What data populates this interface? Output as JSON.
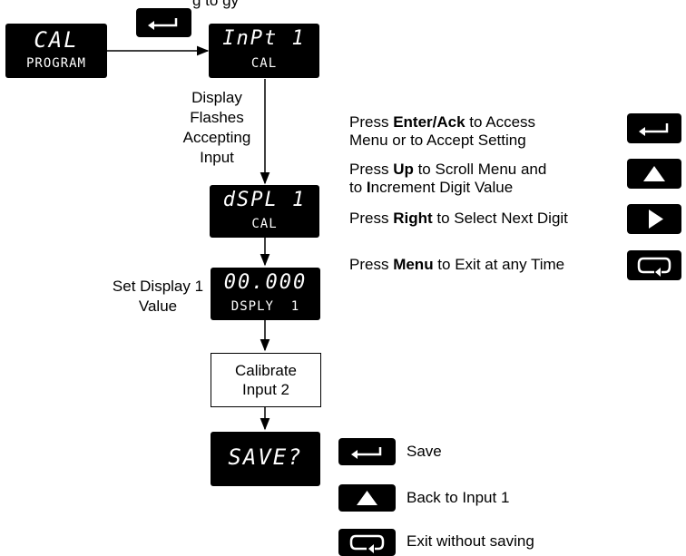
{
  "header_partial": "g to                    gy",
  "displays": {
    "cal_program": {
      "top": "CAL",
      "bottom": "PROGRAM"
    },
    "inpt1_cal": {
      "top": "InPt 1",
      "bottom": "CAL"
    },
    "dspl1_cal": {
      "top": "dSPL 1",
      "bottom": "CAL"
    },
    "set_display": {
      "top": "00.000",
      "bottom": "DSPLY  1"
    },
    "save": {
      "top": "SAVE?"
    }
  },
  "labels": {
    "display_flashes": [
      "Display",
      "Flashes",
      "Accepting",
      "Input"
    ],
    "set_display_value": [
      "Set Display 1",
      "Value"
    ],
    "calibrate_input": [
      "Calibrate",
      "Input 2"
    ]
  },
  "instructions": [
    {
      "pre": "Press ",
      "bold": "Enter/Ack",
      "post": " to Access",
      "line2": "Menu or to Accept Setting",
      "icon": "enter-icon"
    },
    {
      "pre": "Press ",
      "bold": "Up",
      "post": " to Scroll Menu and",
      "line2_pre": "to ",
      "line2_bold": "I",
      "line2_post": "ncrement Digit Value",
      "icon": "up-icon"
    },
    {
      "pre": "Press ",
      "bold": "Right",
      "post": " to Select Next Digit",
      "icon": "right-icon"
    },
    {
      "pre": "Press ",
      "bold": "Menu",
      "post": " to Exit at any Time",
      "icon": "menu-icon"
    }
  ],
  "save_options": [
    {
      "label": "Save",
      "icon": "enter-icon"
    },
    {
      "label": "Back to Input 1",
      "icon": "up-icon"
    },
    {
      "label": "Exit without saving",
      "icon": "menu-icon"
    }
  ]
}
